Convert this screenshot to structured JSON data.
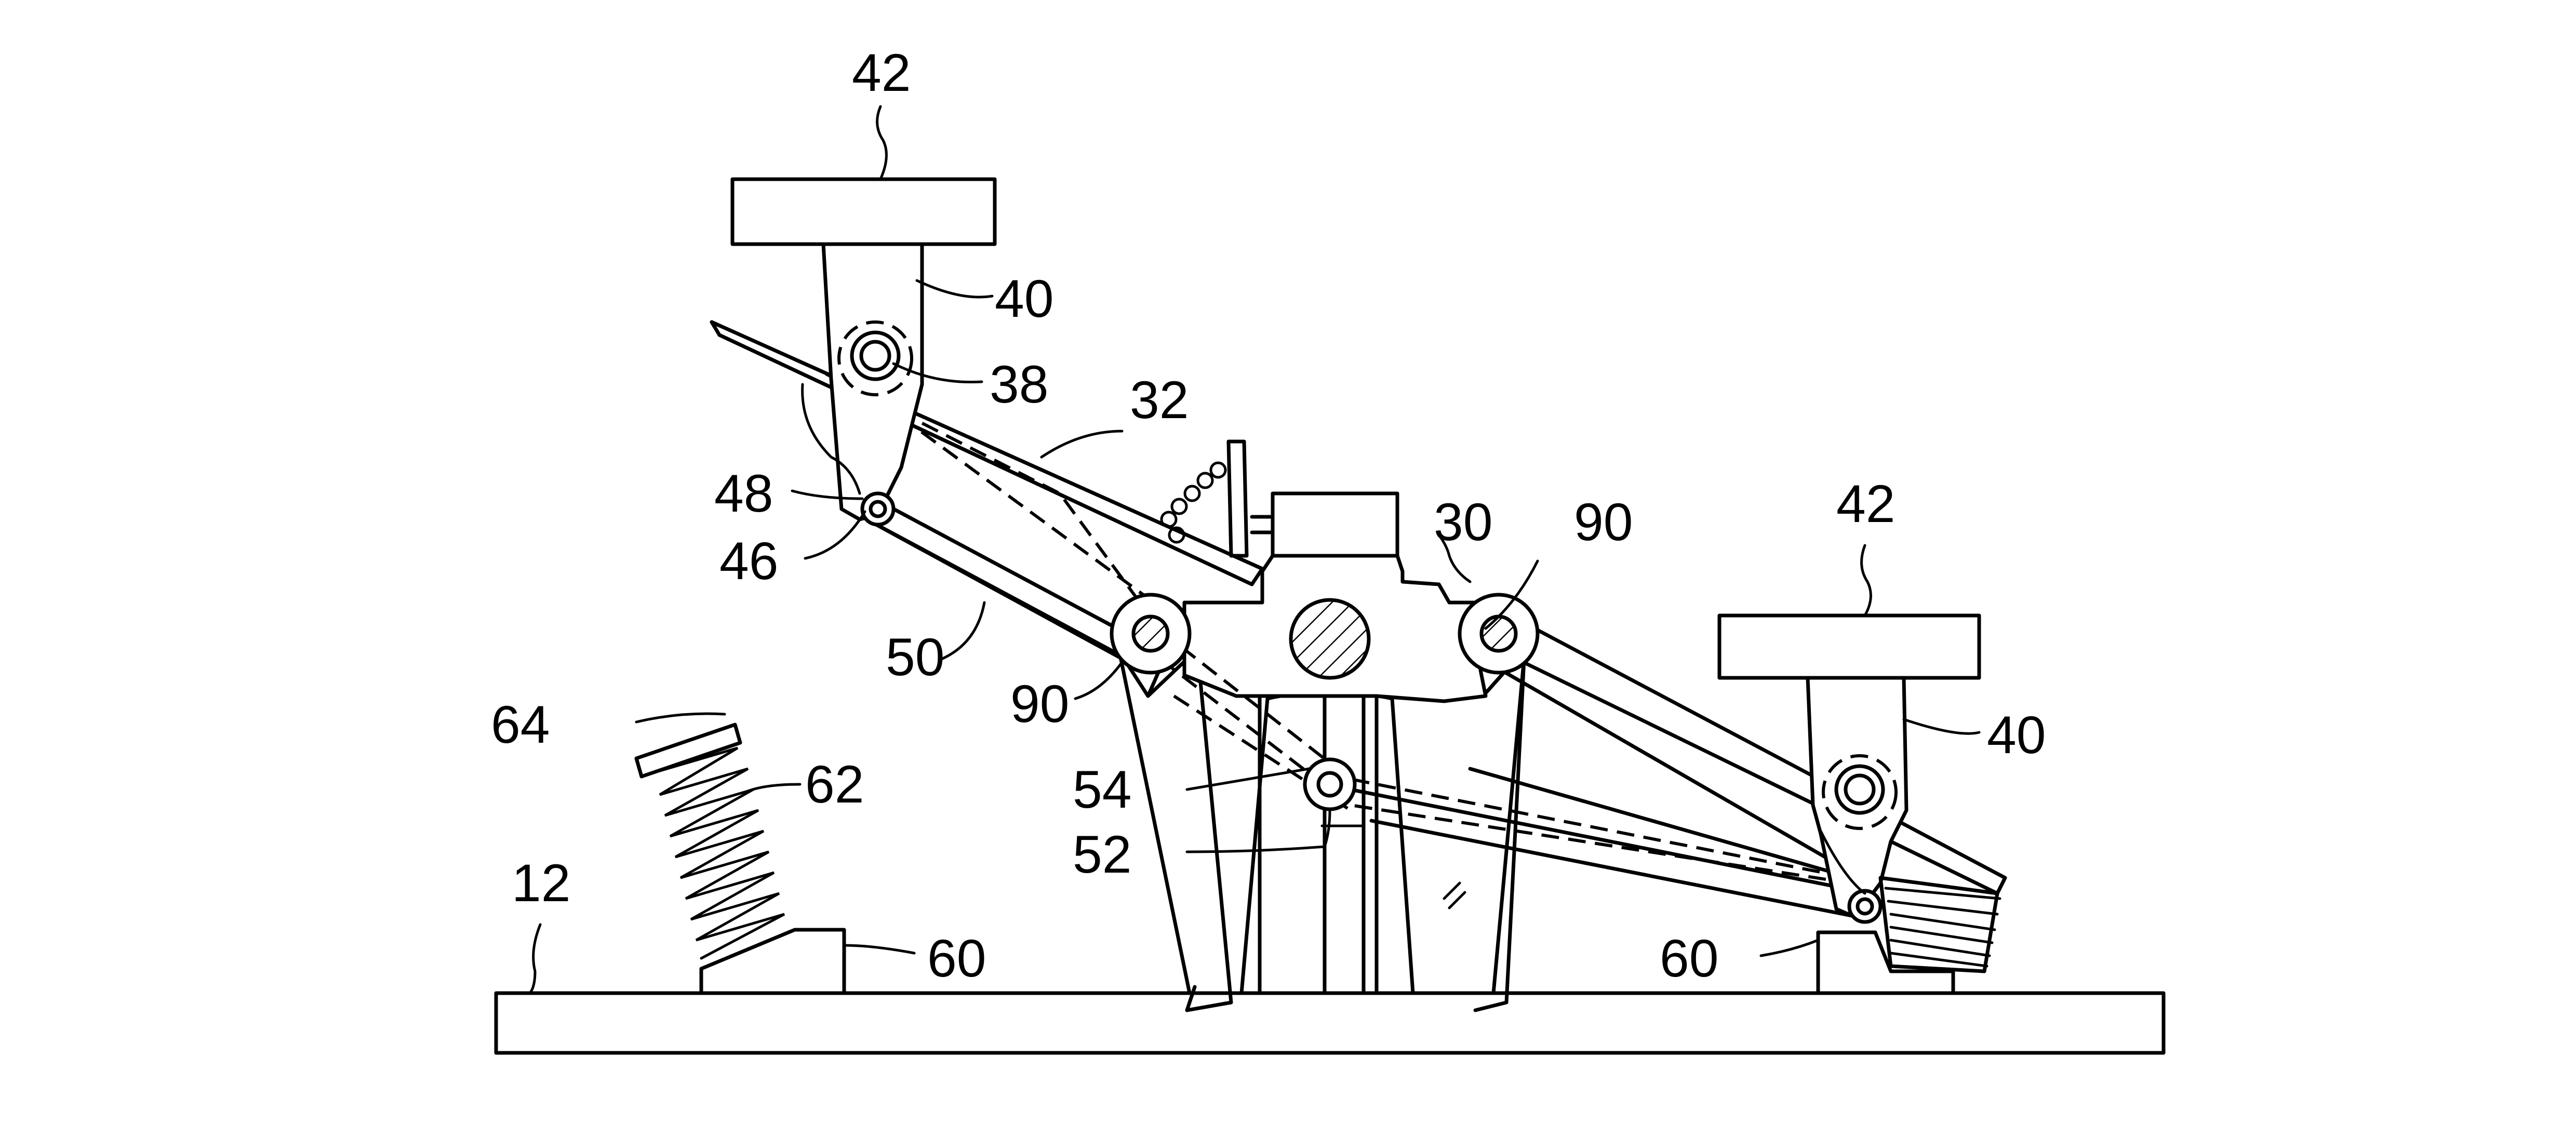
{
  "labels": {
    "l42a": "42",
    "l42b": "42",
    "l40a": "40",
    "l40b": "40",
    "l38": "38",
    "l32": "32",
    "l30": "30",
    "l90a": "90",
    "l90b": "90",
    "l48": "48",
    "l46": "46",
    "l50": "50",
    "l64": "64",
    "l62": "62",
    "l54": "54",
    "l52": "52",
    "l12": "12",
    "l60a": "60",
    "l60b": "60"
  }
}
